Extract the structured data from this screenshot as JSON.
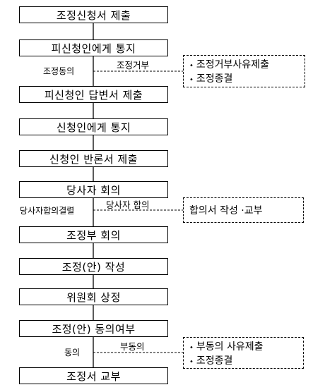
{
  "steps": [
    "조정신청서 제출",
    "피신청인에게 통지",
    "피신청인 답변서 제출",
    "신청인에게 통지",
    "신청인 반론서 제출",
    "당사자 회의",
    "조정부 회의",
    "조정(안) 작성",
    "위원회 상정",
    "조정(안) 동의여부",
    "조정서 교부"
  ],
  "branches": {
    "first": {
      "continue_label": "조정동의",
      "branch_label": "조정거부",
      "note_items": [
        "조정거부사유제출",
        "조정종결"
      ]
    },
    "second": {
      "continue_label": "당사자합의결렬",
      "branch_label": "당사자 합의",
      "note_text": "합의서 작성 ·교부"
    },
    "third": {
      "continue_label": "동의",
      "branch_label": "부동의",
      "note_items": [
        "부동의 사유제출",
        "조정종결"
      ]
    }
  }
}
